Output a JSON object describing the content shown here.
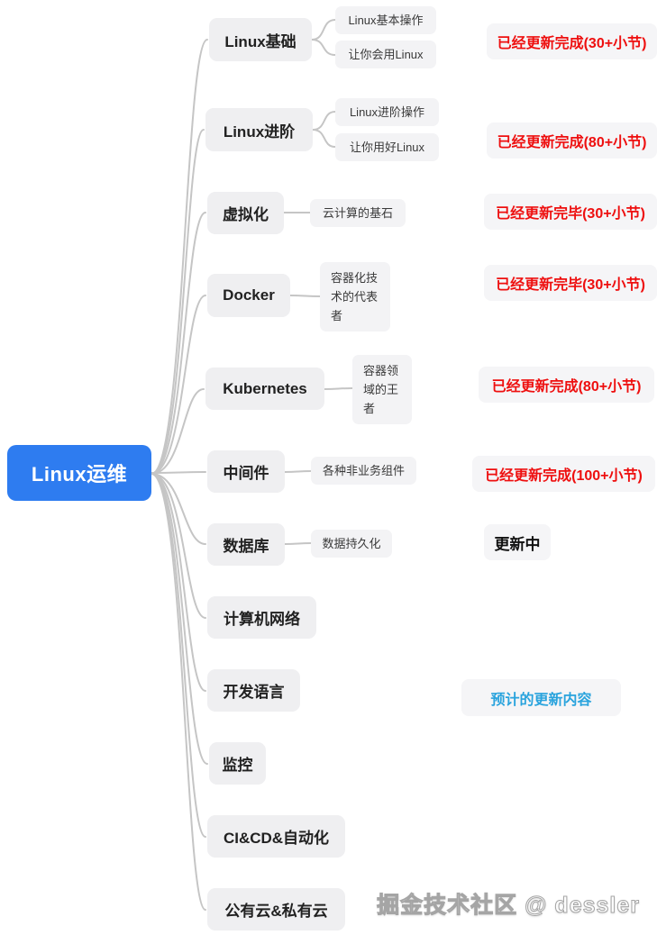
{
  "root": {
    "label": "Linux运维"
  },
  "watermark": "掘金技术社区 @ dessler",
  "colors": {
    "root_bg": "#2e7cf0",
    "node_bg": "#efeff1",
    "status_red": "#ee0f0f",
    "planned_blue": "#29a3dd",
    "connector": "#c5c5c5"
  },
  "branches": [
    {
      "label": "Linux基础",
      "children": [
        "Linux基本操作",
        "让你会用Linux"
      ],
      "status": {
        "text": "已经更新完成(30+小节)",
        "style": "red"
      }
    },
    {
      "label": "Linux进阶",
      "children": [
        "Linux进阶操作",
        "让你用好Linux"
      ],
      "status": {
        "text": "已经更新完成(80+小节)",
        "style": "red"
      }
    },
    {
      "label": "虚拟化",
      "children": [
        "云计算的基石"
      ],
      "status": {
        "text": "已经更新完毕(30+小节)",
        "style": "red"
      }
    },
    {
      "label": "Docker",
      "children": [
        "容器化技术的代表者"
      ],
      "status": {
        "text": "已经更新完毕(30+小节)",
        "style": "red"
      }
    },
    {
      "label": "Kubernetes",
      "children": [
        "容器领域的王者"
      ],
      "status": {
        "text": "已经更新完成(80+小节)",
        "style": "red"
      }
    },
    {
      "label": "中间件",
      "children": [
        "各种非业务组件"
      ],
      "status": {
        "text": "已经更新完成(100+小节)",
        "style": "red"
      }
    },
    {
      "label": "数据库",
      "children": [
        "数据持久化"
      ],
      "status": {
        "text": "更新中",
        "style": "plain"
      }
    },
    {
      "label": "计算机网络",
      "children": []
    },
    {
      "label": "开发语言",
      "children": [],
      "status": {
        "text": "预计的更新内容",
        "style": "blue"
      }
    },
    {
      "label": "监控",
      "children": []
    },
    {
      "label": "CI&CD&自动化",
      "children": []
    },
    {
      "label": "公有云&私有云",
      "children": []
    }
  ]
}
